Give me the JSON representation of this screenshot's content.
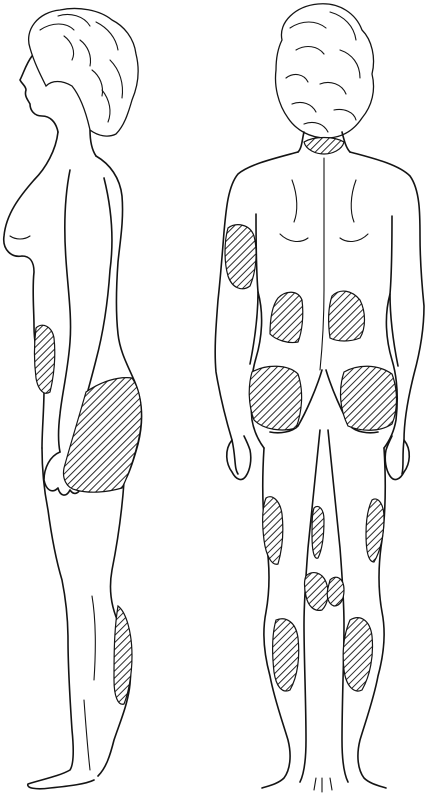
{
  "colors": {
    "ink": "#141414",
    "paper": "#ffffff"
  },
  "figures": [
    {
      "view": "side",
      "hatched_regions": [
        "lower-back-flank",
        "buttock-thigh",
        "calf"
      ]
    },
    {
      "view": "back",
      "hatched_regions": [
        "neck-base",
        "upper-arm",
        "lower-back-left",
        "lower-back-right",
        "buttock-left",
        "buttock-right",
        "thigh-left",
        "thigh-right",
        "knee",
        "calf-left",
        "calf-right"
      ]
    }
  ]
}
